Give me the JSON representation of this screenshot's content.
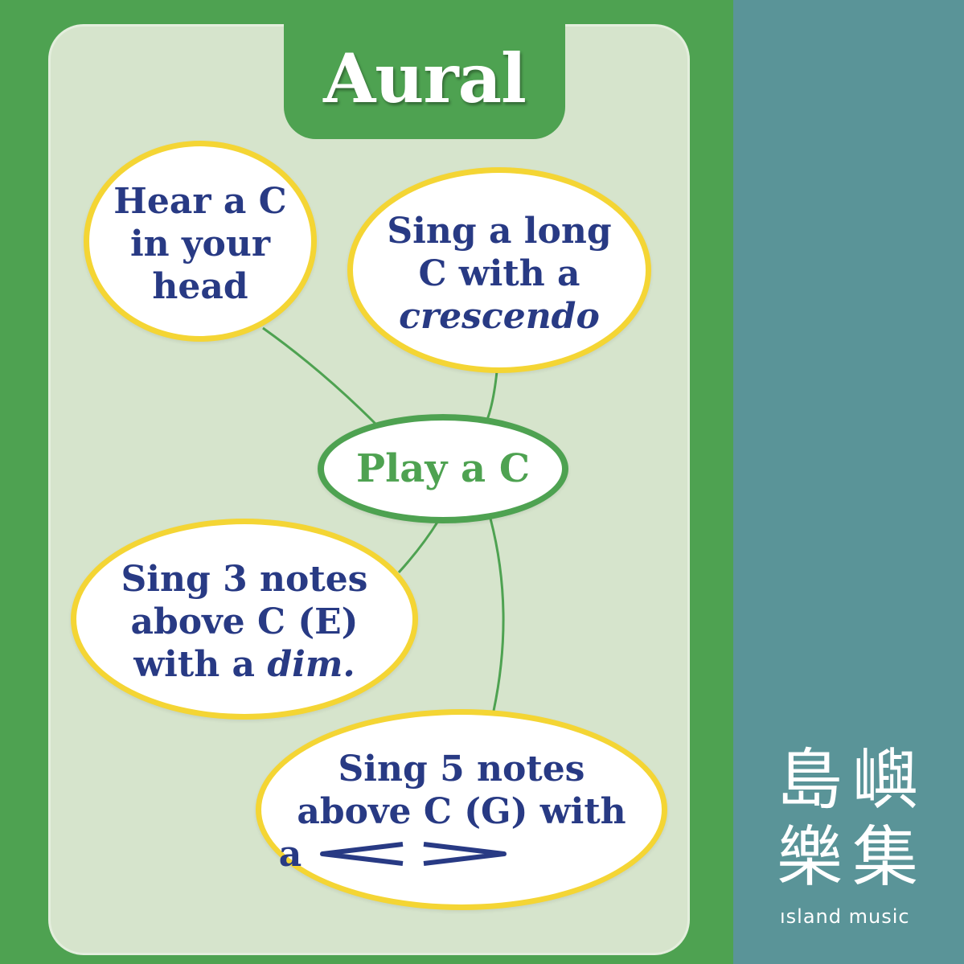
{
  "title": "Aural",
  "center": "Play a C",
  "bubbles": {
    "hear": [
      "Hear a C",
      "in your",
      "head"
    ],
    "sing_long": {
      "l1": "Sing a long",
      "l2": "C with a",
      "l3": "crescendo"
    },
    "sing3": {
      "l1": "Sing 3 notes",
      "l2": "above C (E)",
      "l3a": "with a ",
      "l3b": "dim."
    },
    "sing5": {
      "l1": "Sing 5 notes",
      "l2": "above C (G) with",
      "l3": "a"
    }
  },
  "logo": {
    "chars": [
      "島",
      "嶼",
      "樂",
      "集"
    ],
    "subtitle": "ısland music"
  },
  "colors": {
    "green": "#4ea251",
    "teal": "#5a9498",
    "card": "#d6e4cc",
    "yellow_border": "#f4d534",
    "navy_text": "#283a84"
  }
}
